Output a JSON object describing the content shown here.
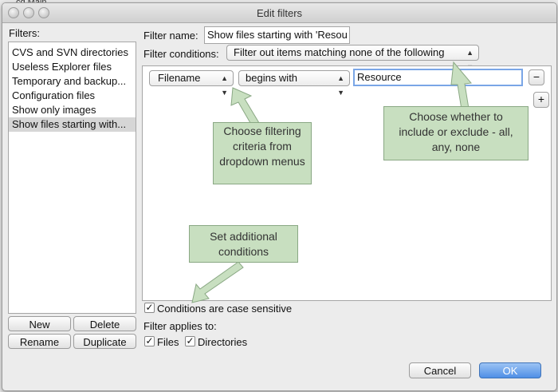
{
  "window": {
    "title": "Edit filters",
    "background_fragment": "cd  Main"
  },
  "sidebar": {
    "label": "Filters:",
    "items": [
      {
        "label": "CVS and SVN directories",
        "selected": false
      },
      {
        "label": "Useless Explorer files",
        "selected": false
      },
      {
        "label": "Temporary and backup...",
        "selected": false
      },
      {
        "label": "Configuration files",
        "selected": false
      },
      {
        "label": "Show only images",
        "selected": false
      },
      {
        "label": "Show files starting with...",
        "selected": true
      }
    ],
    "new_label": "New",
    "delete_label": "Delete",
    "rename_label": "Rename",
    "duplicate_label": "Duplicate"
  },
  "form": {
    "filter_name_label": "Filter name:",
    "filter_name_value": "Show files starting with 'Resou",
    "filter_conditions_label": "Filter conditions:",
    "filter_conditions_value": "Filter out items matching none of the following"
  },
  "rule": {
    "attribute": "Filename",
    "operator": "begins with",
    "value": "Resource",
    "remove_label": "−",
    "add_label": "+"
  },
  "options": {
    "case_sensitive_label": "Conditions are case sensitive",
    "case_sensitive_checked": true,
    "applies_to_label": "Filter applies to:",
    "files_label": "Files",
    "files_checked": true,
    "directories_label": "Directories",
    "directories_checked": true
  },
  "footer": {
    "cancel_label": "Cancel",
    "ok_label": "OK"
  },
  "callouts": {
    "filtering": "Choose filtering criteria from dropdown menus",
    "whether": "Choose whether to include or exclude - all, any, none",
    "additional": "Set additional conditions"
  },
  "colors": {
    "callout_fill": "#c8dfc0",
    "ok_button": "#4f8fe6",
    "selection": "#d6d6d6"
  }
}
